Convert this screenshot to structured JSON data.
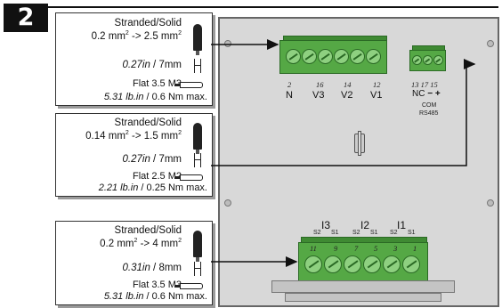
{
  "step_number": "2",
  "spec_boxes": [
    {
      "wire_type": "Stranded/Solid",
      "section_min": "0.2 mm",
      "section_arrow": " -> ",
      "section_max": "2.5 mm",
      "section_sup": "2",
      "strip_in": "0.27in",
      "strip_mm": " / 7mm",
      "screwdriver": "Flat 3.5 M3",
      "torque_lbin": "5.31 lb.in",
      "torque_nm": " / 0.6 Nm max."
    },
    {
      "wire_type": "Stranded/Solid",
      "section_min": "0.14 mm",
      "section_arrow": " -> ",
      "section_max": "1.5 mm",
      "section_sup": "2",
      "strip_in": "0.27in",
      "strip_mm": " / 7mm",
      "screwdriver": "Flat 2.5 M2",
      "torque_lbin": "2.21 lb.in",
      "torque_nm": " / 0.25 Nm max."
    },
    {
      "wire_type": "Stranded/Solid",
      "section_min": "0.2 mm",
      "section_arrow": " -> ",
      "section_max": "4 mm",
      "section_sup": "2",
      "strip_in": "0.31in",
      "strip_mm": " / 8mm",
      "screwdriver": "Flat 3.5 M3",
      "torque_lbin": "5.31 lb.in",
      "torque_nm": " / 0.6 Nm max."
    }
  ],
  "voltage_terminal": {
    "pins": [
      "2",
      "16",
      "14",
      "12"
    ],
    "labels": [
      "N",
      "V3",
      "V2",
      "V1"
    ]
  },
  "com_terminal": {
    "pins": "13 17 15",
    "labels": "NC",
    "minus": "−",
    "plus": "+",
    "line1": "COM",
    "line2": "RS485"
  },
  "current_terminal": {
    "groups": [
      "I3",
      "I2",
      "I1"
    ],
    "sub_labels": [
      "S2",
      "S1",
      "S2",
      "S1",
      "S2",
      "S1"
    ],
    "pins": [
      "11",
      "9",
      "7",
      "5",
      "3",
      "1"
    ]
  },
  "colors": {
    "terminal_green": "#55a845",
    "panel_gray": "#d8d8d8",
    "step_badge": "#111111"
  }
}
